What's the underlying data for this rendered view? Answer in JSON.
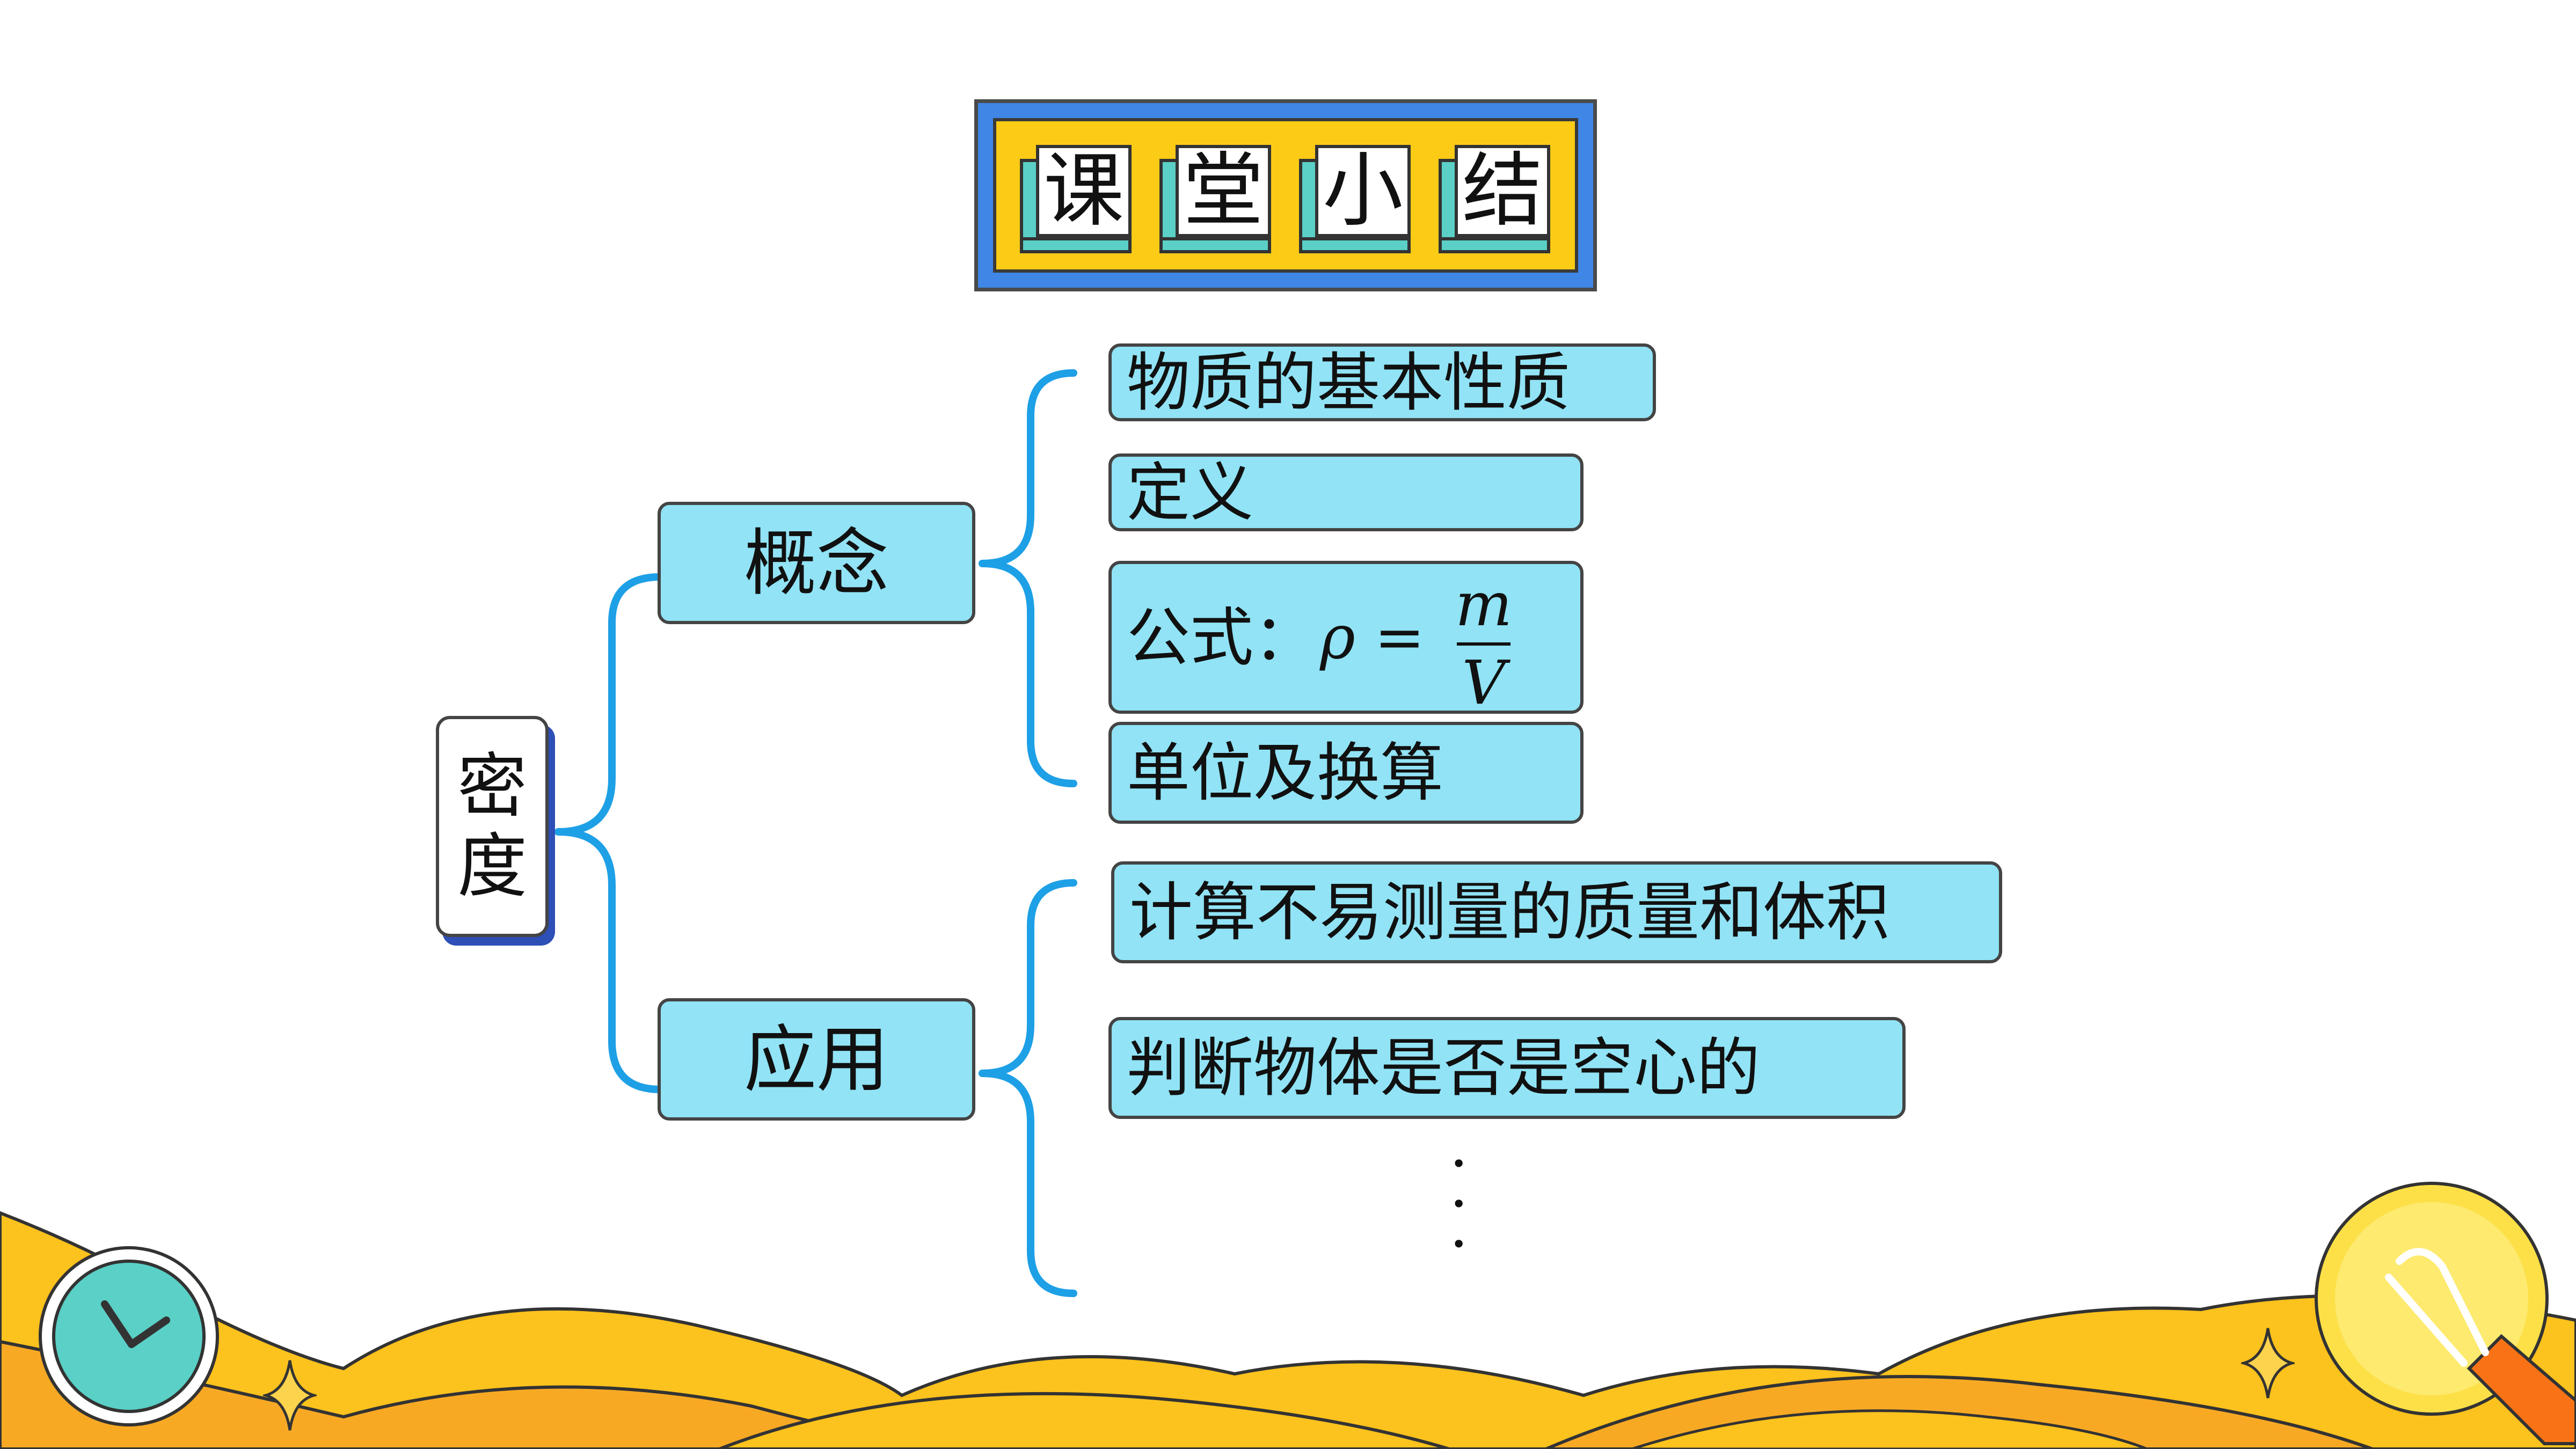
{
  "title": {
    "chars": [
      "课",
      "堂",
      "小",
      "结"
    ]
  },
  "root": {
    "chars": [
      "密",
      "度"
    ]
  },
  "branches": {
    "concept": {
      "label": "概念",
      "items": [
        "物质的基本性质",
        "定义"
      ],
      "formula": {
        "prefix": "公式：",
        "lhs": "ρ =",
        "numerator": "m",
        "denominator": "V"
      },
      "last_item": "单位及换算"
    },
    "application": {
      "label": "应用",
      "items": [
        "计算不易测量的质量和体积",
        "判断物体是否是空心的"
      ],
      "ellipsis": "..."
    }
  },
  "colors": {
    "box_fill": "#91e3f5",
    "bracket": "#1ea0e6",
    "title_frame": "#3f86e6",
    "title_inner": "#fccb16",
    "block_side": "#5ad0c6",
    "wave_yellow": "#fcc21d",
    "wave_orange": "#f8a924"
  },
  "icons": [
    "clock-icon",
    "light-bulb-icon",
    "sparkle-icon"
  ]
}
